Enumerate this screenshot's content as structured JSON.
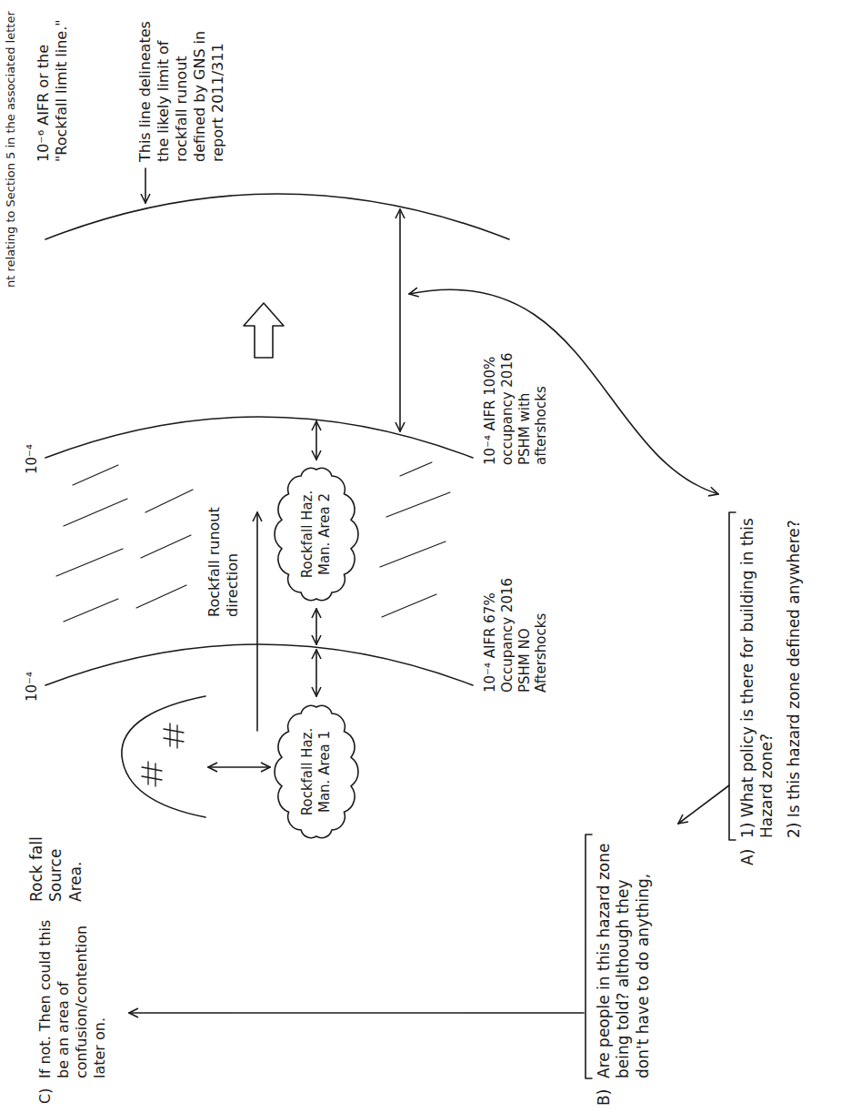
{
  "diagram": {
    "nodes": [
      {
        "text": [
          "Rockfall Haz. Man. Area 1"
        ]
      },
      {
        "text": [
          "Rockfall Haz. Man. Area 2"
        ]
      }
    ],
    "labels": [
      "nt relating to Section 5 in the associated letter",
      "10⁻⁶ AIFR or the \"Rockfall limit line.\"",
      "This line delineates the likely limit of rockfall runout defined by GNS in report 2011/311",
      "C)",
      "If not. Then could this be an area of confusion/contention later on.",
      "Rock fall Source Area.",
      "Rockfall runout direction",
      "10⁻⁴",
      "10⁻⁴ AIFR 67% Occupancy 2016 PSHM NO Aftershocks",
      "10⁻⁴",
      "10⁻⁴ AIFR 100% occupancy 2016 PSHM with aftershocks",
      "B)",
      "Are people in this hazard zone being told? although they don't have to do anything,",
      "A)",
      "1) What policy is there for building in this Hazard zone?",
      "2) Is this hazard zone defined anywhere?"
    ]
  }
}
